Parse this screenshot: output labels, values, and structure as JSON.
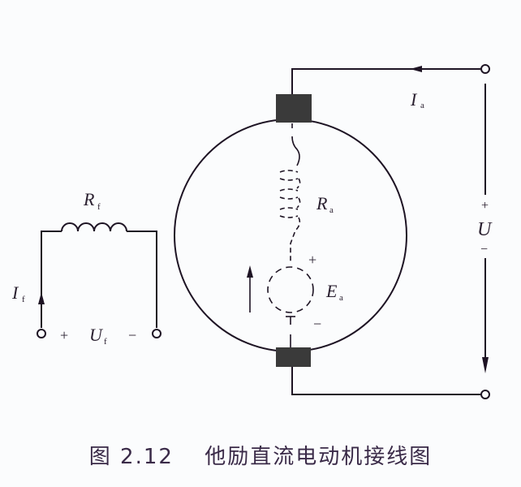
{
  "caption": {
    "figure_number": "图 2.12",
    "title": "他励直流电动机接线图"
  },
  "labels": {
    "field_resistance": "R",
    "field_resistance_sub": "f",
    "field_current": "I",
    "field_current_sub": "f",
    "field_voltage": "U",
    "field_voltage_sub": "f",
    "field_plus": "+",
    "field_minus": "−",
    "armature_resistance": "R",
    "armature_resistance_sub": "a",
    "emf": "E",
    "emf_sub": "a",
    "emf_plus": "+",
    "emf_minus": "−",
    "armature_current": "I",
    "armature_current_sub": "a",
    "supply_voltage": "U",
    "supply_plus": "+",
    "supply_minus": "−"
  },
  "colors": {
    "line": "#1e1424",
    "brush": "#3a3a3a",
    "background": "#fbfcfd",
    "caption": "#3a2a48"
  }
}
